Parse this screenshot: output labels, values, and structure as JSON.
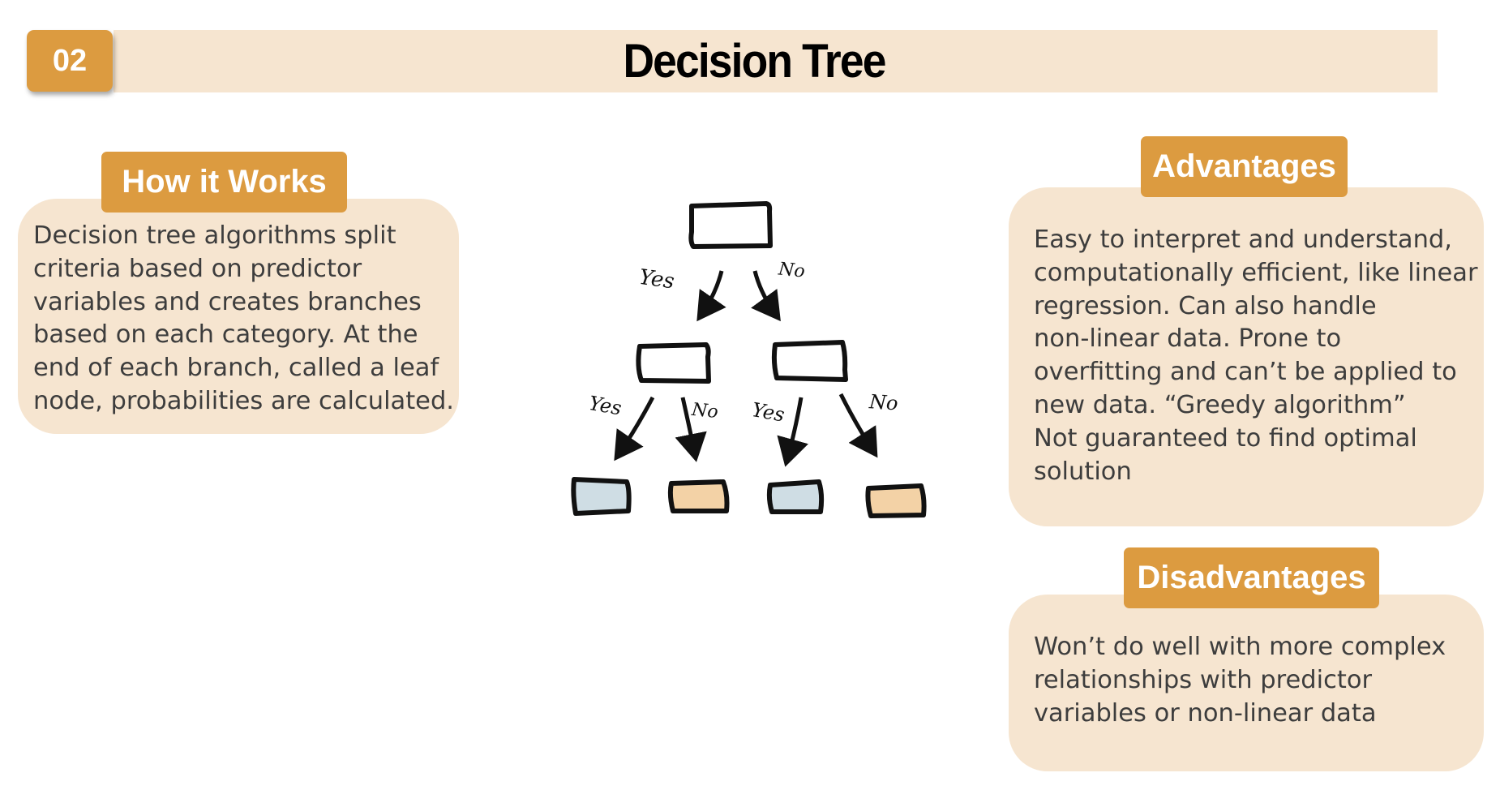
{
  "slide": {
    "number": "02",
    "title": "Decision Tree"
  },
  "how_it_works": {
    "heading": "How it Works",
    "body": "  Decision tree algorithms split\ncriteria based on predictor\nvariables and creates branches\nbased on each category. At the\nend of each branch, called a leaf\nnode, probabilities are calculated."
  },
  "advantages": {
    "heading": "Advantages",
    "body": "Easy to interpret and understand,\ncomputationally efficient, like linear\nregression. Can also handle\nnon-linear data. Prone to\noverfitting and can’t be applied to\nnew data.  “Greedy algorithm”\nNot guaranteed to find optimal\nsolution"
  },
  "disadvantages": {
    "heading": "Disadvantages",
    "body": "Won’t do well with more complex\nrelationships with predictor\nvariables or non-linear data"
  },
  "diagram": {
    "branch_labels": {
      "root_yes": "Yes",
      "root_no": "No",
      "left_yes": "Yes",
      "left_no": "No",
      "right_yes": "Yes",
      "right_no": "No"
    },
    "leaf_colors": [
      "#cfdde4",
      "#f3d2a6",
      "#cfdde4",
      "#f3d2a6"
    ]
  },
  "colors": {
    "accent": "#dc9b40",
    "panel": "#f6e5d0",
    "text": "#3d3d3d"
  }
}
